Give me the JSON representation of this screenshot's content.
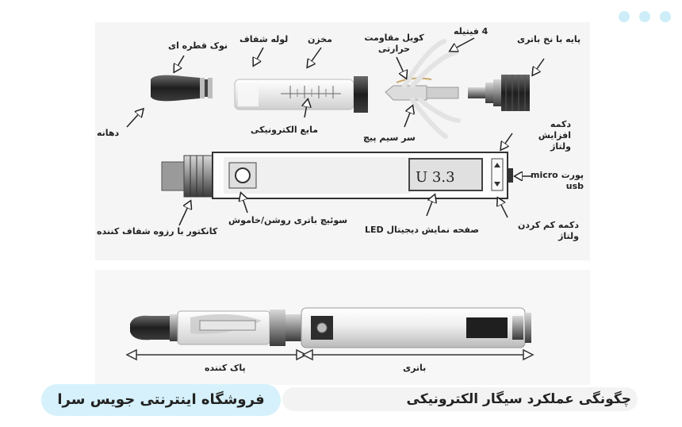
{
  "labels": {
    "drip_tip": "نوک قطره ای",
    "clear_tube": "لوله شفاف",
    "tank": "مخزن",
    "heating_coil": "کویل مقاومت حرارتی",
    "wicks": "4 فیتیله",
    "threaded_base": "پایه با نخ باتری",
    "mouthpiece": "دهانه",
    "e_liquid": "مایع الکترونیکی",
    "screw_head": "سر سیم پیچ",
    "voltage_up": "دکمه افزایش ولتاژ",
    "port": "پورت micro usb",
    "voltage_down": "دکمه کم کردن ولتاژ",
    "connector": "کانکتور با رزوه شفاف کننده",
    "power_switch": "سوئیچ باتری روشن/خاموش",
    "led_screen": "صفحه نمایش دیجیتال LED",
    "clearomizer": "پاک کننده",
    "battery": "باتری"
  },
  "display": {
    "reading": "U 3.3"
  },
  "footer": {
    "title": "چگونگی عملکرد سیگار الکترونیکی",
    "store_prefix": "فروشگاه اینترنتی",
    "store_name": "جویس سرا"
  },
  "colors": {
    "accent": "#d6f1fb",
    "dots": "#cdeef8",
    "ink": "#222222"
  }
}
